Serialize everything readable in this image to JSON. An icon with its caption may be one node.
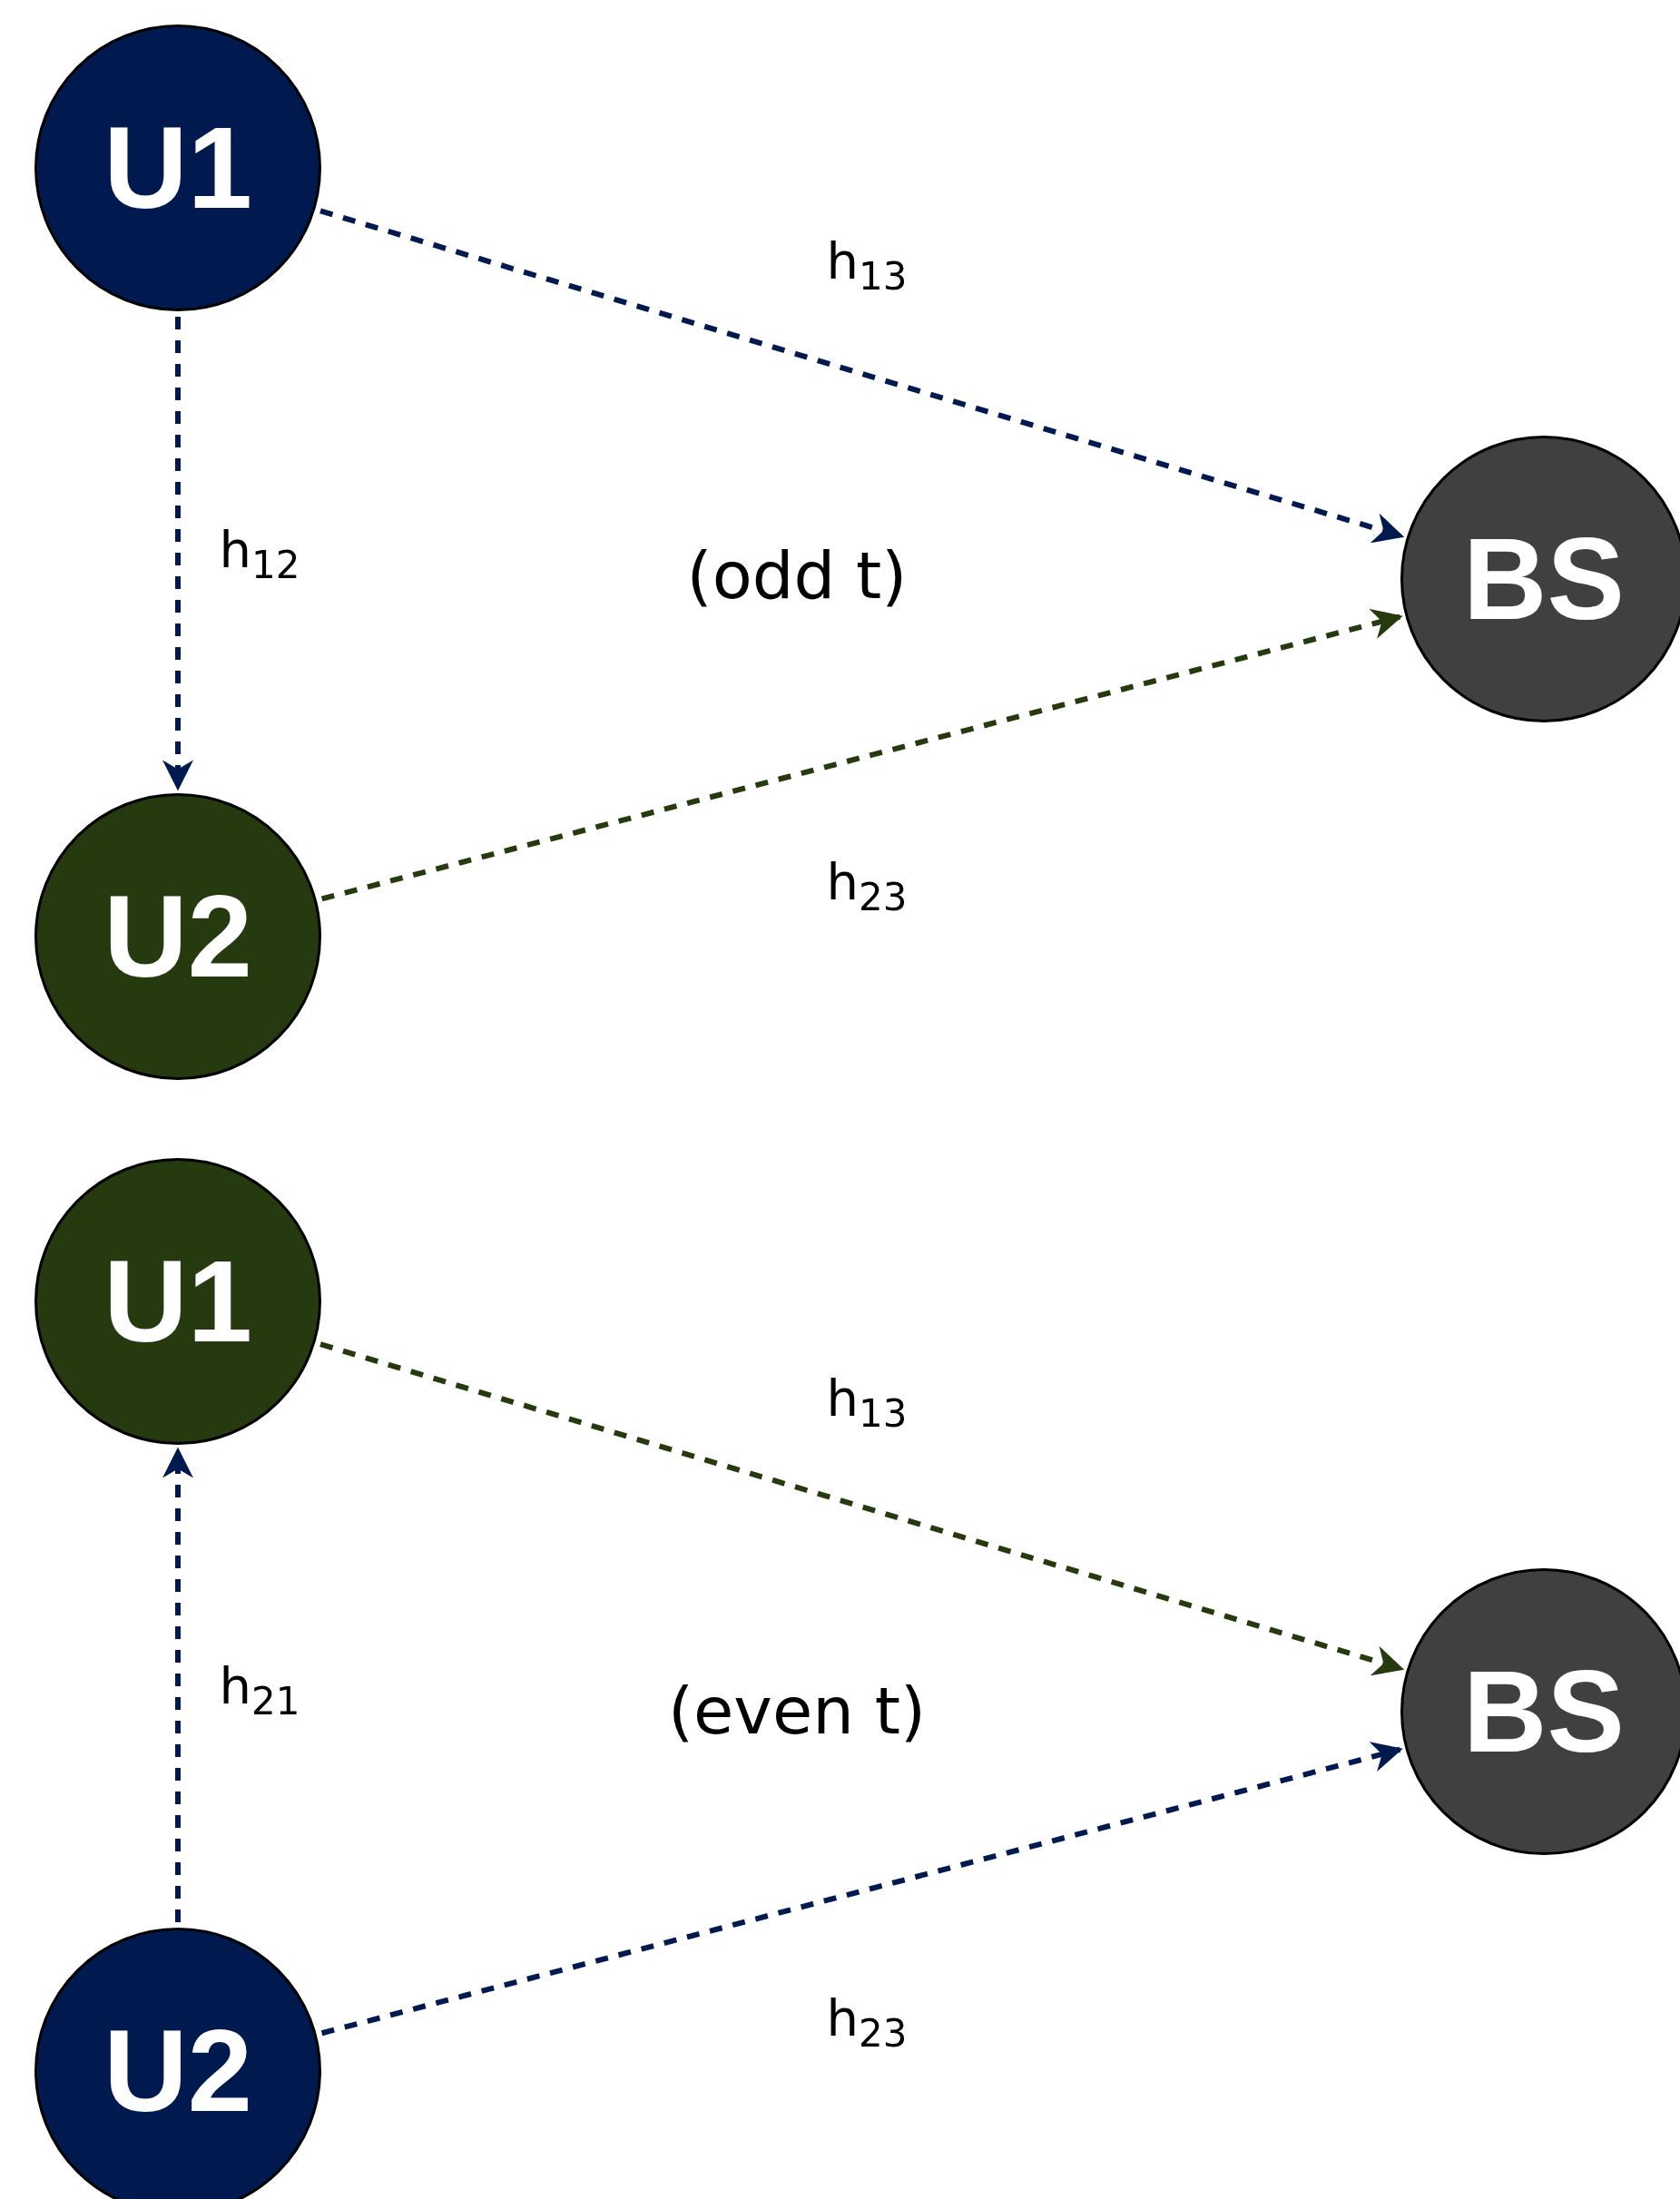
{
  "diagram": {
    "nodes": [
      {
        "text": [
          "U1"
        ]
      },
      {
        "text": [
          "BS"
        ]
      },
      {
        "text": [
          "U2"
        ]
      },
      {
        "text": [
          "U1"
        ]
      },
      {
        "text": [
          "BS"
        ]
      },
      {
        "text": [
          "U2"
        ]
      }
    ],
    "edges": [
      {
        "from": 0,
        "to": 1,
        "arrow": "to",
        "label": "h$_{13}$",
        "style": "dashed"
      },
      {
        "from": 0,
        "to": 2,
        "arrow": "to",
        "label": "h$_{12}$",
        "style": "dashed"
      },
      {
        "from": 2,
        "to": 1,
        "arrow": "to",
        "label": "h$_{23}$",
        "style": "dashed",
        "color": "#263a10"
      },
      {
        "from": 3,
        "to": 4,
        "arrow": "to",
        "label": "h$_{13}$",
        "style": "dashed",
        "color": "#263a10"
      },
      {
        "from": 5,
        "to": 3,
        "arrow": "to",
        "label": "h$_{21}$",
        "style": "dashed"
      },
      {
        "from": 5,
        "to": 4,
        "arrow": "to",
        "label": "h$_{23}$",
        "style": "dashed"
      }
    ],
    "labels": [
      "(odd t)",
      "(even t)"
    ]
  }
}
